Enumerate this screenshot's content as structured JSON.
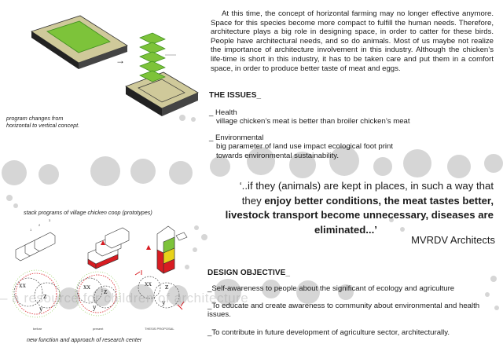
{
  "intro": "At this time, the concept of horizontal farming may no longer effective anymore. Space for this species become more compact to fulfill the human needs. Therefore, architecture plays a big role in designing space, in order to catter for these birds. People have architectural needs, and so do animals. Most of us maybe not realize the importance of architecture involvement in this industry. Although the chicken’s life-time is short in this industry, it has to be taken care and put them in a comfort space, in order to produce better taste of meat and eggs.",
  "issues": {
    "heading": "THE ISSUES_",
    "items": [
      {
        "title": "_ Health",
        "lines": [
          "village chicken’s meat is better than broiler chicken’s meat"
        ]
      },
      {
        "title": "_ Environmental",
        "lines": [
          "big parameter of land use impact ecological foot print",
          "towards environmental sustainability."
        ]
      }
    ]
  },
  "quote": {
    "l1": "‘..if they (animals) are kept in places, in such a way that",
    "l2a": "they ",
    "l2b": "enjoy better conditions, the meat tastes better,",
    "l3": "livestock transport become unnecessary, diseases are",
    "l4": "eliminated...’",
    "author": "MVRDV Architects"
  },
  "objective": {
    "heading": "DESIGN OBJECTIVE_",
    "items": [
      "_Self-awareness to people about the significant of ecology and agriculture",
      "_To educate and create awareness to community about environmental and health issues.",
      "_To contribute in future development of agriculture sector, architecturally."
    ]
  },
  "captions": {
    "program_l1": "program    changes    from",
    "program_l2": "horizontal to vertical concept.",
    "stack": "stack programs of village chicken coop (prototypes)",
    "research": "new function and approach of research center"
  },
  "diagram_labels": {
    "arrow": "→",
    "n1": "1",
    "n2": "2",
    "n3": "3",
    "z": "z",
    "y": "y",
    "x": "x",
    "before": "before",
    "present": "present",
    "thesis": "THESIS PROPOSAL"
  },
  "watermark": "– a resource for children of architecture",
  "colors": {
    "green": "#7dc33a",
    "dark_green": "#3e8f1f",
    "tan": "#cfc99a",
    "red": "#d81c22",
    "yellow": "#e8d21a",
    "dot": "#d4d4d4"
  }
}
